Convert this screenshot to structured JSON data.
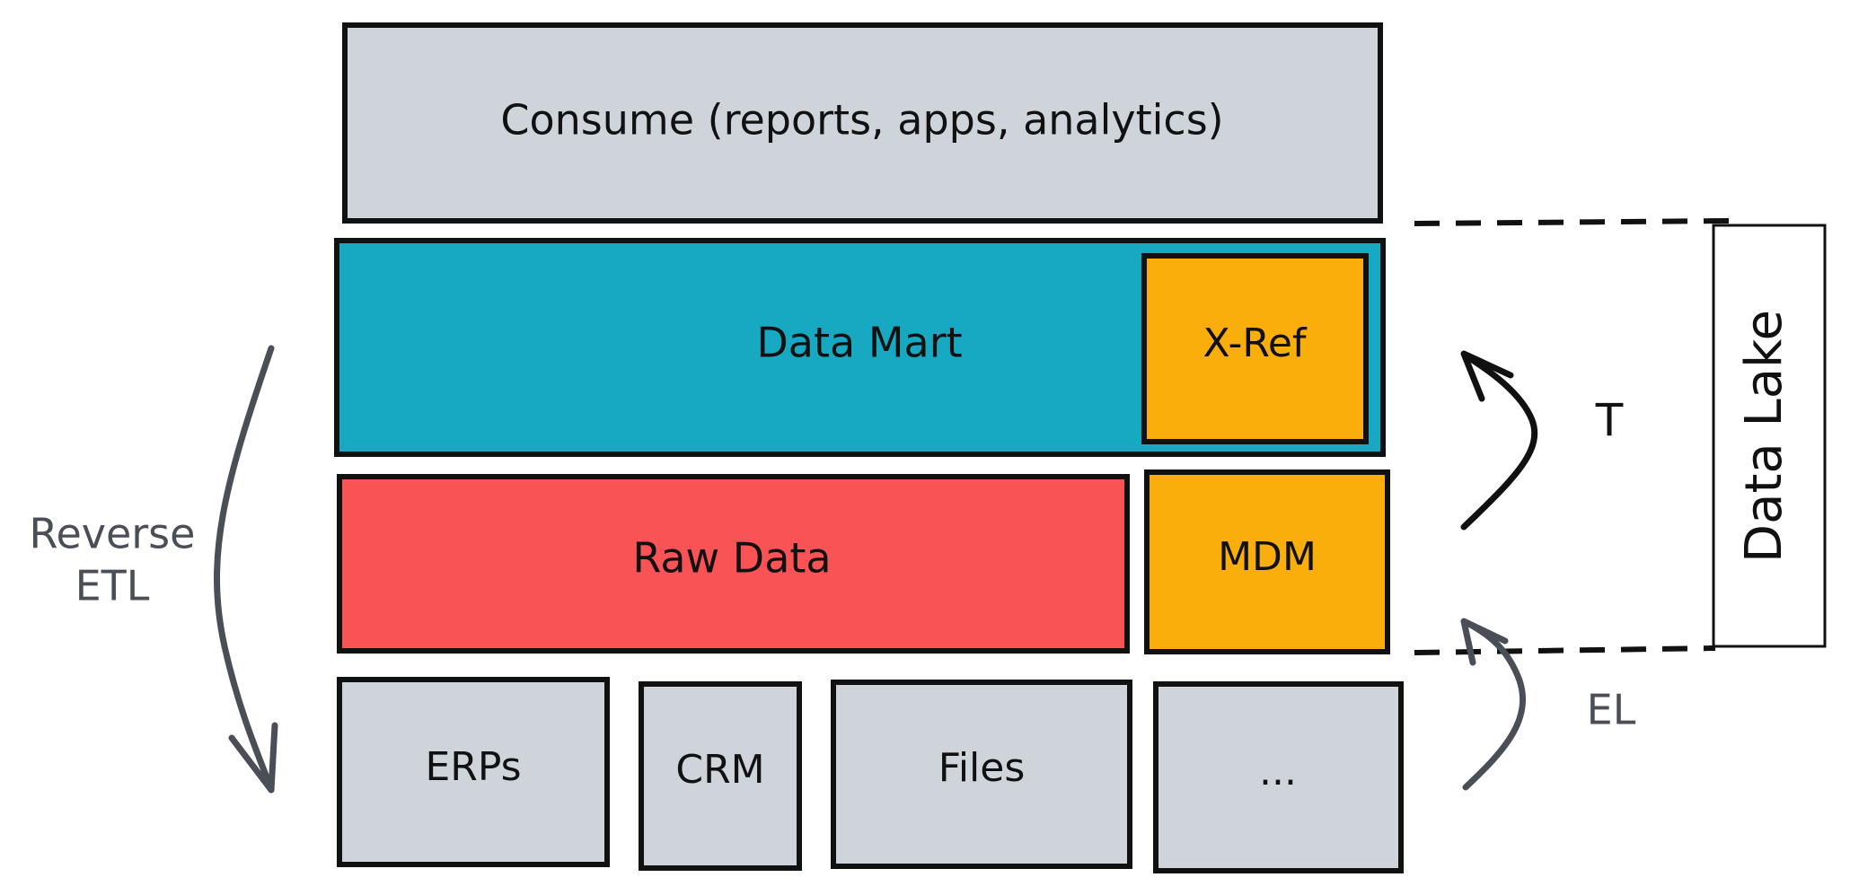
{
  "diagram": {
    "consume": "Consume (reports, apps, analytics)",
    "data_mart": "Data Mart",
    "xref": "X-Ref",
    "raw_data": "Raw Data",
    "mdm": "MDM",
    "sources": {
      "erps": "ERPs",
      "crm": "CRM",
      "files": "Files",
      "more": "..."
    },
    "reverse_etl": [
      "Reverse",
      "ETL"
    ],
    "t_label": "T",
    "el_label": "EL",
    "data_lake": "Data Lake"
  },
  "colors": {
    "gray_box": "#CFD4DB",
    "data_mart": "#17A9C1",
    "raw_data": "#F95355",
    "orange": "#F9AE0B",
    "stroke": "#111111",
    "annotation": "#4A4F57"
  }
}
